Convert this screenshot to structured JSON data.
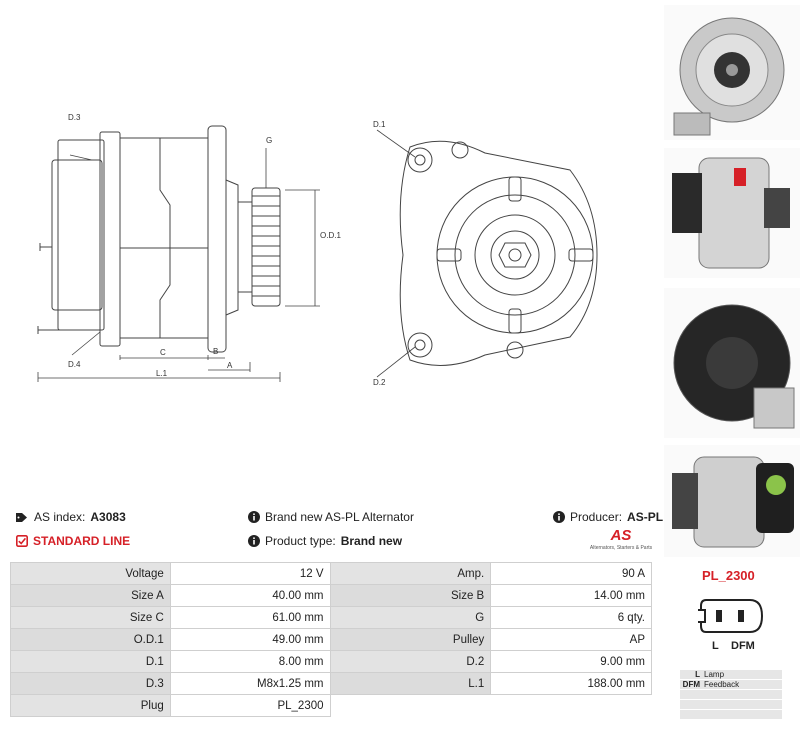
{
  "drawing": {
    "side": {
      "d3": "D.3",
      "d4": "D.4",
      "g": "G",
      "od1": "O.D.1",
      "c": "C",
      "b": "B",
      "a": "A",
      "l1": "L.1"
    },
    "front": {
      "d1": "D.1",
      "d2": "D.2"
    }
  },
  "photos": [
    "alternator-front-photo",
    "alternator-side-photo",
    "alternator-rear-photo",
    "alternator-plug-side-photo"
  ],
  "info": {
    "as_index_label": "AS index:",
    "as_index_value": "A3083",
    "line": "STANDARD LINE",
    "brand_text": "Brand new AS-PL Alternator",
    "product_type_label": "Product type:",
    "product_type_value": "Brand new",
    "producer_label": "Producer:",
    "producer_value": "AS-PL",
    "logo_text": "AS",
    "logo_tagline": "Alternators, Starters & Parts"
  },
  "specs": [
    [
      "Voltage",
      "12 V",
      "Amp.",
      "90 A"
    ],
    [
      "Size A",
      "40.00 mm",
      "Size B",
      "14.00 mm"
    ],
    [
      "Size C",
      "61.00 mm",
      "G",
      "6 qty."
    ],
    [
      "O.D.1",
      "49.00 mm",
      "Pulley",
      "AP"
    ],
    [
      "D.1",
      "8.00 mm",
      "D.2",
      "9.00 mm"
    ],
    [
      "D.3",
      "M8x1.25 mm",
      "L.1",
      "188.00 mm"
    ],
    [
      "Plug",
      "PL_2300",
      "",
      ""
    ]
  ],
  "plug": {
    "code": "PL_2300",
    "pin1": "L",
    "pin2": "DFM",
    "legend": [
      {
        "key": "L",
        "value": "Lamp"
      },
      {
        "key": "DFM",
        "value": "Feedback"
      },
      {
        "key": "",
        "value": ""
      },
      {
        "key": "",
        "value": ""
      },
      {
        "key": "",
        "value": ""
      }
    ]
  },
  "colors": {
    "accent": "#d62027",
    "table_label_bg": "#e3e3e3"
  }
}
